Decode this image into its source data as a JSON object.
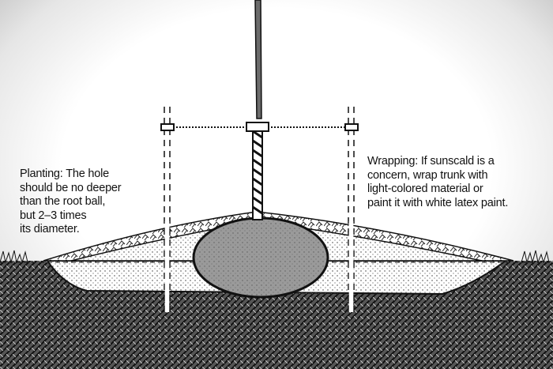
{
  "title": "Tree planting diagram",
  "captions": {
    "planting": [
      "Planting: The hole",
      "should be no deeper",
      "than the root ball,",
      "but 2–3 times",
      "its diameter."
    ],
    "wrapping": [
      "Wrapping: If sunscald is a",
      "concern, wrap trunk with",
      "light-colored material or",
      "paint it with white latex paint."
    ]
  }
}
